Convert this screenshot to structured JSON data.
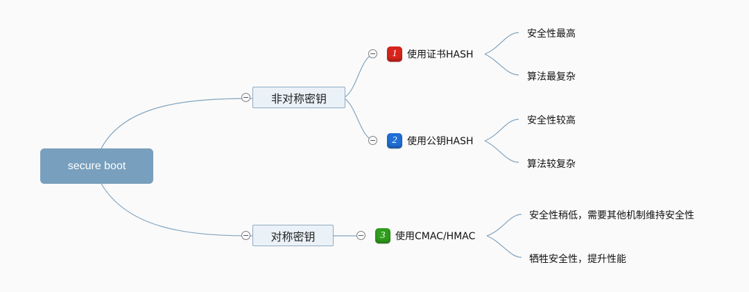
{
  "colors": {
    "root_fill": "#789fbd",
    "branch_fill": "#eaf1f7",
    "branch_border": "#8eaac2",
    "connector": "#7fa3bf",
    "badge_red": "#d8241c",
    "badge_blue": "#1f6fd6",
    "badge_green": "#2f9d1c"
  },
  "root": {
    "label": "secure boot"
  },
  "branches": [
    {
      "label": "非对称密钥",
      "children": [
        {
          "marker": "1",
          "marker_icon": "priority-1-icon",
          "marker_color": "#d8241c",
          "label": "使用证书HASH",
          "leaves": [
            "安全性最高",
            "算法最复杂"
          ]
        },
        {
          "marker": "2",
          "marker_icon": "priority-2-icon",
          "marker_color": "#1f6fd6",
          "label": "使用公钥HASH",
          "leaves": [
            "安全性较高",
            "算法较复杂"
          ]
        }
      ]
    },
    {
      "label": "对称密钥",
      "children": [
        {
          "marker": "3",
          "marker_icon": "priority-3-icon",
          "marker_color": "#2f9d1c",
          "label": "使用CMAC/HMAC",
          "leaves": [
            "安全性稍低，需要其他机制维持安全性",
            "牺牲安全性，提升性能"
          ]
        }
      ]
    }
  ]
}
